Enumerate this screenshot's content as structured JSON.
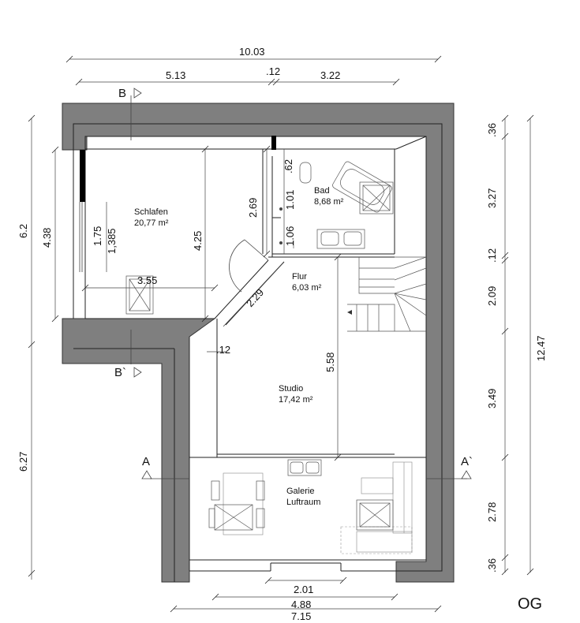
{
  "floor_label": "OG",
  "rooms": {
    "schlafen": {
      "name": "Schlafen",
      "area": "20,77 m²"
    },
    "bad": {
      "name": "Bad",
      "area": "8,68 m²"
    },
    "flur": {
      "name": "Flur",
      "area": "6,03 m²"
    },
    "studio": {
      "name": "Studio",
      "area": "17,42 m²"
    },
    "galerie": {
      "name": "Galerie",
      "sub": "Luftraum"
    }
  },
  "section_marks": {
    "b_top": "B",
    "b_bottom": "B`",
    "a_left": "A",
    "a_right": "A`"
  },
  "dimensions": {
    "top_total": "10.03",
    "top_left": "5.13",
    "top_mid": ".12",
    "top_right": "3.22",
    "left_upper": "6.2",
    "left_upper_inner": "4.38",
    "left_lower": "6.27",
    "right_total": "12.47",
    "right_1": ".36",
    "right_2": "3.27",
    "right_3": ".12",
    "right_4": "2.09",
    "right_5": "3.49",
    "right_6": "2.78",
    "right_7": ".36",
    "bottom_1": "2.01",
    "bottom_2": "4.88",
    "bottom_3": "7.15",
    "schlafen_w": "3.55",
    "schlafen_h": "4.25",
    "schlafen_win": "1.75",
    "schlafen_win2": "1,385",
    "flur_h": "2.69",
    "flur_diag": "2.29",
    "wc_62": ".62",
    "wc_101": "1.01",
    "wc_106": "1.06",
    "studio_h": "5.58",
    "studio_12": ".12"
  }
}
